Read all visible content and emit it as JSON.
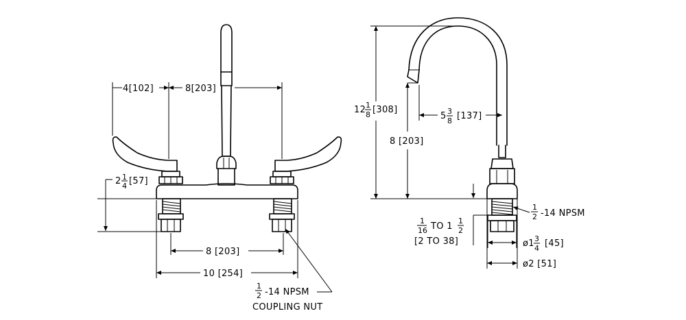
{
  "front_view": {
    "handle_spread": "4[102]",
    "spout_offset": "8[203]",
    "deck_height_whole": "2",
    "deck_height_num": "1",
    "deck_height_den": "4",
    "deck_height_mm": "[57]",
    "center_spacing": "8 [203]",
    "overall_width": "10 [254]",
    "thread_num": "1",
    "thread_den": "2",
    "thread_spec": "-14 NPSM",
    "coupling_label": "COUPLING NUT"
  },
  "side_view": {
    "total_height_whole": "12",
    "total_height_num": "1",
    "total_height_den": "8",
    "total_height_mm": "[308]",
    "spout_reach_whole": "5",
    "spout_reach_num": "3",
    "spout_reach_den": "8",
    "spout_reach_mm": "[137]",
    "spout_height": "8 [203]",
    "shank_range_num1": "1",
    "shank_range_den1": "16",
    "shank_range_to": "TO 1",
    "shank_range_num2": "1",
    "shank_range_den2": "2",
    "shank_range_mm": "[2 TO 38]",
    "thread_num": "1",
    "thread_den": "2",
    "thread_spec": "-14 NPSM",
    "base_dia_prefix": "ø1",
    "base_dia_num": "3",
    "base_dia_den": "4",
    "base_dia_mm": "[45]",
    "flange_dia": "ø2 [51]"
  }
}
